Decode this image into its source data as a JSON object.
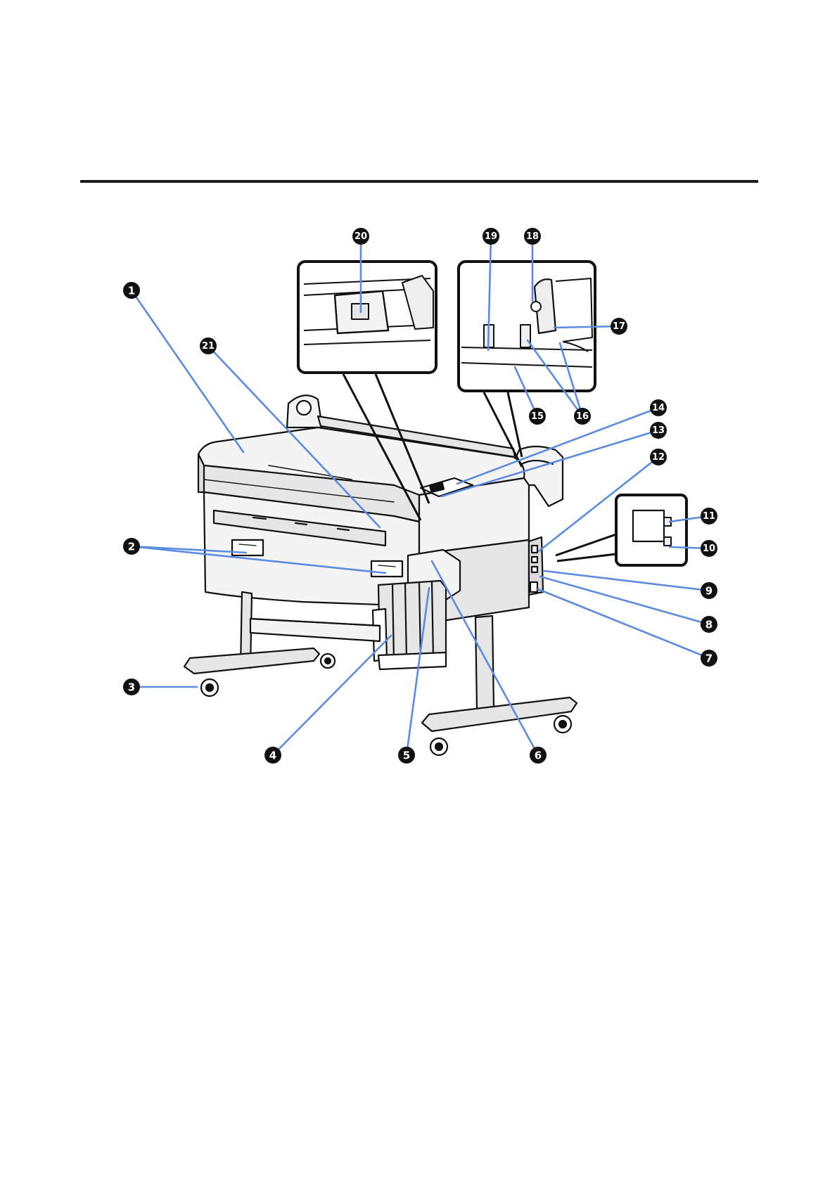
{
  "page": {
    "background": "#ffffff",
    "rule_color": "#1a1a1a"
  },
  "colors": {
    "leader": "#5b8be0",
    "badge_fill": "#111111",
    "badge_text": "#ffffff",
    "outline": "#111111",
    "fill_light": "#f4f4f4",
    "fill_mid": "#e6e6e6"
  },
  "callouts": [
    {
      "id": "1",
      "label": "1"
    },
    {
      "id": "2",
      "label": "2"
    },
    {
      "id": "3",
      "label": "3"
    },
    {
      "id": "4",
      "label": "4"
    },
    {
      "id": "5",
      "label": "5"
    },
    {
      "id": "6",
      "label": "6"
    },
    {
      "id": "7",
      "label": "7"
    },
    {
      "id": "8",
      "label": "8"
    },
    {
      "id": "9",
      "label": "9"
    },
    {
      "id": "10",
      "label": "10"
    },
    {
      "id": "11",
      "label": "11"
    },
    {
      "id": "12",
      "label": "12"
    },
    {
      "id": "13",
      "label": "13"
    },
    {
      "id": "14",
      "label": "14"
    },
    {
      "id": "15",
      "label": "15"
    },
    {
      "id": "16",
      "label": "16"
    },
    {
      "id": "17",
      "label": "17"
    },
    {
      "id": "18",
      "label": "18"
    },
    {
      "id": "19",
      "label": "19"
    },
    {
      "id": "20",
      "label": "20"
    },
    {
      "id": "21",
      "label": "21"
    }
  ]
}
